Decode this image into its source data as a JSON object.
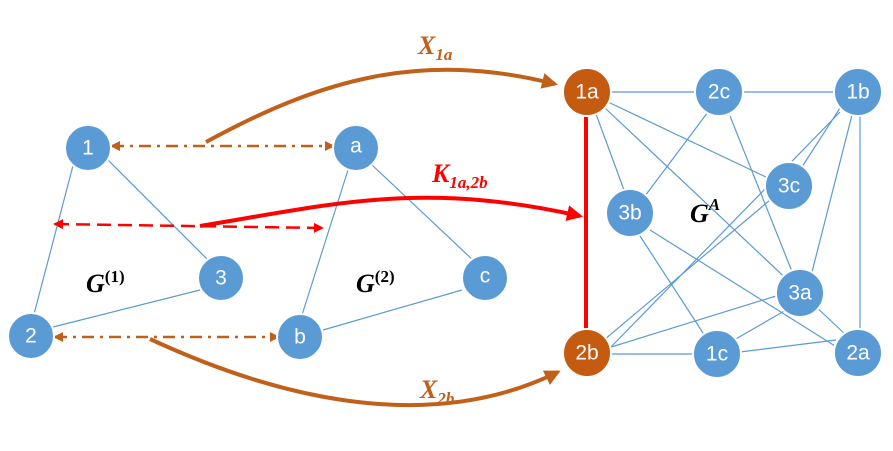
{
  "colors": {
    "node": "#5b9bd5",
    "highlight_node": "#c55a11",
    "edge": "#5b9bd5",
    "mapping_arrow": "#c0601a",
    "kernel_arrow": "#ff0000"
  },
  "graph1": {
    "label": "G",
    "label_sup": "(1)",
    "nodes": [
      "1",
      "2",
      "3"
    ]
  },
  "graph2": {
    "label": "G",
    "label_sup": "(2)",
    "nodes": [
      "a",
      "b",
      "c"
    ]
  },
  "graphA": {
    "label": "G",
    "label_sup": "A",
    "nodes": [
      "1a",
      "2c",
      "1b",
      "3c",
      "3b",
      "3a",
      "2b",
      "1c",
      "2a"
    ]
  },
  "arrows": {
    "x1a": {
      "base": "X",
      "sub": "1a"
    },
    "k": {
      "base": "K",
      "sub": "1a,2b"
    },
    "x2b": {
      "base": "X",
      "sub": "2b"
    }
  }
}
